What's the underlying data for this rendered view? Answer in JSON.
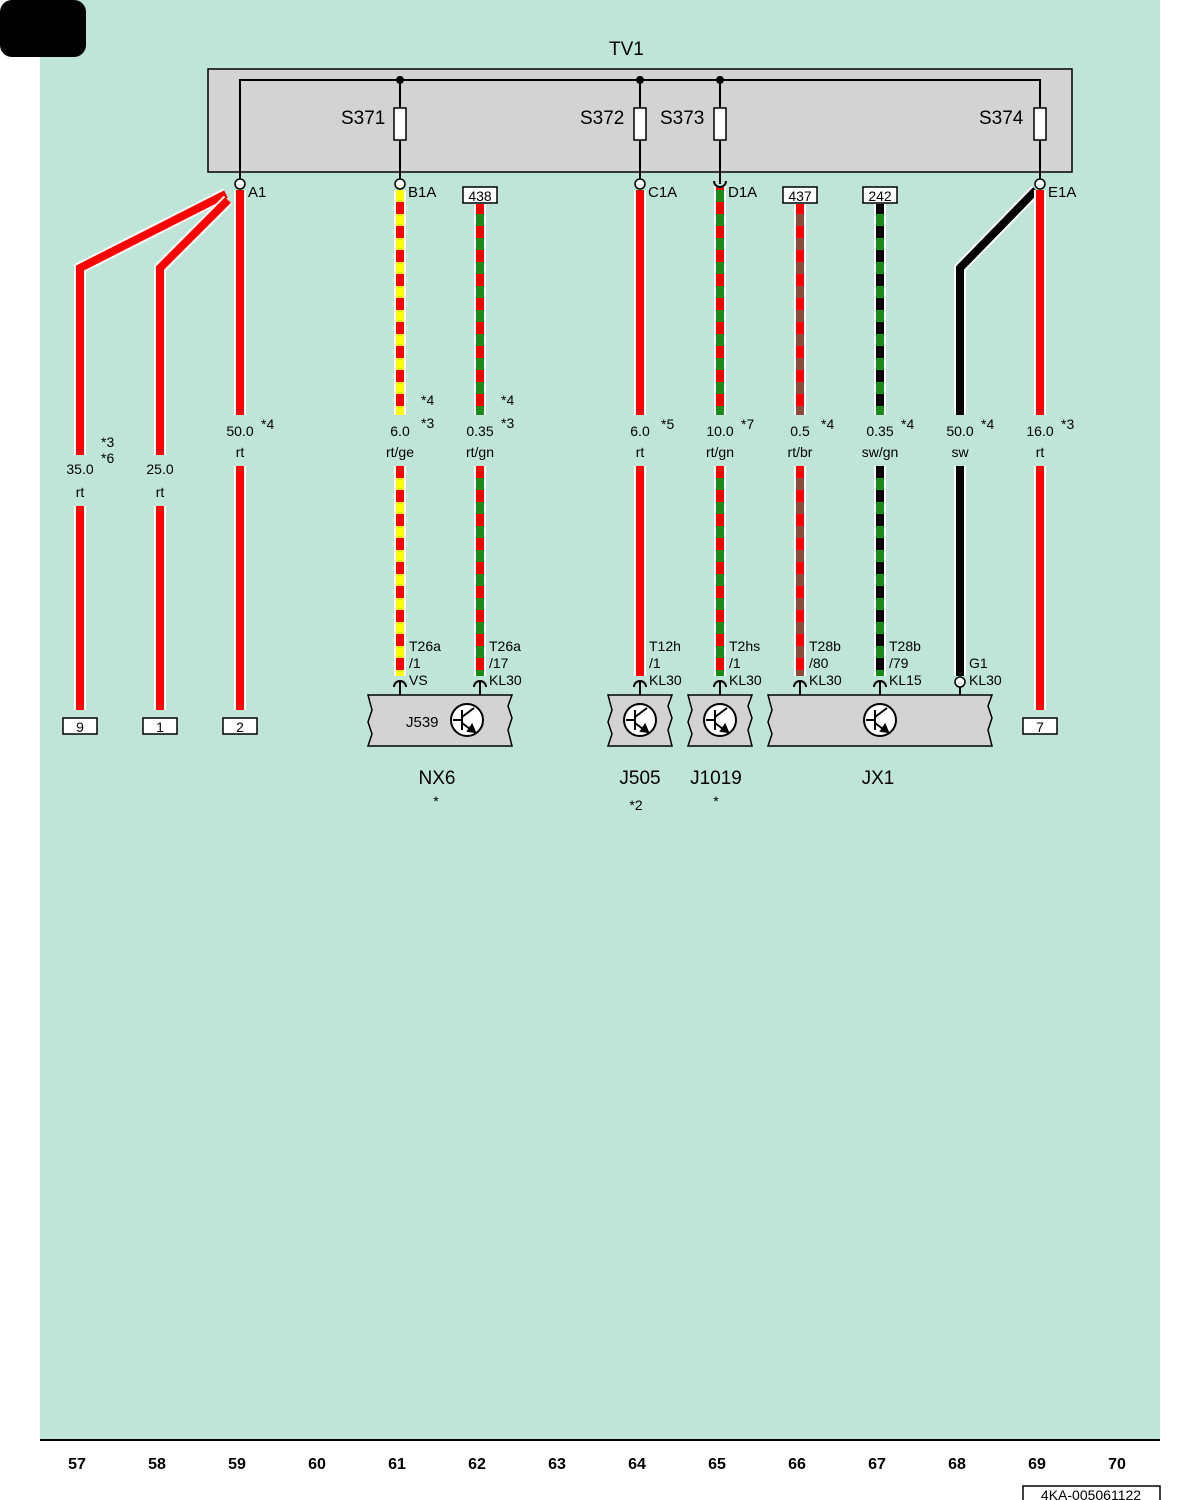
{
  "colors": {
    "background": "#bfe5d8",
    "red": "#ff0000",
    "yellow": "#ffff00",
    "green": "#1a8a1a",
    "brown": "#8b4a3a",
    "black": "#000000",
    "box": "#d3d3d3"
  },
  "fuse_holder": {
    "label": "TV1"
  },
  "fuses": [
    {
      "label": "S371"
    },
    {
      "label": "S372"
    },
    {
      "label": "S373"
    },
    {
      "label": "S374"
    }
  ],
  "pins": [
    "A1",
    "B1A",
    "C1A",
    "D1A",
    "E1A"
  ],
  "flags": [
    "438",
    "437",
    "242"
  ],
  "wires": [
    {
      "size": "35.0",
      "color_code": "rt",
      "notes": [
        "*3",
        "*6"
      ],
      "colors": [
        "red"
      ]
    },
    {
      "size": "25.0",
      "color_code": "rt",
      "notes": [],
      "colors": [
        "red"
      ]
    },
    {
      "size": "50.0",
      "color_code": "rt",
      "notes": [
        "*4"
      ],
      "colors": [
        "red"
      ]
    },
    {
      "size": "6.0",
      "color_code": "rt/ge",
      "notes": [
        "*4",
        "*3"
      ],
      "colors": [
        "red",
        "yellow"
      ]
    },
    {
      "size": "0.35",
      "color_code": "rt/gn",
      "notes": [
        "*4",
        "*3"
      ],
      "colors": [
        "red",
        "green"
      ]
    },
    {
      "size": "6.0",
      "color_code": "rt",
      "notes": [
        "*5"
      ],
      "colors": [
        "red"
      ]
    },
    {
      "size": "10.0",
      "color_code": "rt/gn",
      "notes": [
        "*7"
      ],
      "colors": [
        "red",
        "green"
      ]
    },
    {
      "size": "0.5",
      "color_code": "rt/br",
      "notes": [
        "*4"
      ],
      "colors": [
        "red",
        "brown"
      ]
    },
    {
      "size": "0.35",
      "color_code": "sw/gn",
      "notes": [
        "*4"
      ],
      "colors": [
        "black",
        "green"
      ]
    },
    {
      "size": "50.0",
      "color_code": "sw",
      "notes": [
        "*4"
      ],
      "colors": [
        "black"
      ]
    },
    {
      "size": "16.0",
      "color_code": "rt",
      "notes": [
        "*3"
      ],
      "colors": [
        "red"
      ]
    }
  ],
  "connectors": [
    [
      "T26a",
      "/1",
      "VS"
    ],
    [
      "T26a",
      "/17",
      "KL30"
    ],
    [
      "T12h",
      "/1",
      "KL30"
    ],
    [
      "T2hs",
      "/1",
      "KL30"
    ],
    [
      "T28b",
      "/80",
      "KL30"
    ],
    [
      "T28b",
      "/79",
      "KL15"
    ],
    [
      "G1",
      "KL30"
    ]
  ],
  "refs": [
    "9",
    "1",
    "2",
    "7"
  ],
  "components": [
    {
      "box_label": "J539",
      "name": "NX6",
      "note": "*"
    },
    {
      "box_label": "",
      "name": "J505",
      "note": "*2"
    },
    {
      "box_label": "",
      "name": "J1019",
      "note": "*"
    },
    {
      "box_label": "",
      "name": "JX1",
      "note": ""
    }
  ],
  "footer": {
    "tracks": [
      "57",
      "58",
      "59",
      "60",
      "61",
      "62",
      "63",
      "64",
      "65",
      "66",
      "67",
      "68",
      "69",
      "70"
    ],
    "doc_id": "4KA-005061122"
  }
}
